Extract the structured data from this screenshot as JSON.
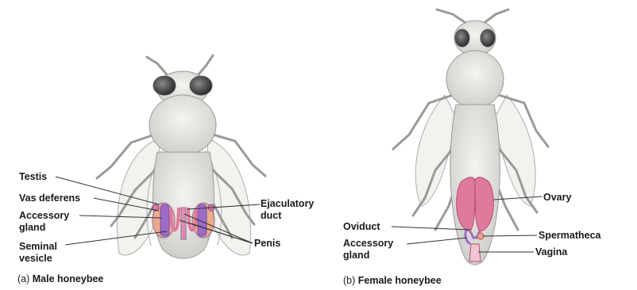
{
  "male": {
    "labels": {
      "testis": "Testis",
      "vas_deferens": "Vas deferens",
      "accessory_gland_1": "Accessory",
      "accessory_gland_2": "gland",
      "seminal_vesicle_1": "Seminal",
      "seminal_vesicle_2": "vesicle",
      "ejaculatory_duct_1": "Ejaculatory",
      "ejaculatory_duct_2": "duct",
      "penis": "Penis"
    },
    "caption_letter": "(a)",
    "caption_text": "Male honeybee"
  },
  "female": {
    "labels": {
      "ovary": "Ovary",
      "oviduct": "Oviduct",
      "accessory_gland_1": "Accessory",
      "accessory_gland_2": "gland",
      "spermatheca": "Spermatheca",
      "vagina": "Vagina"
    },
    "caption_letter": "(b)",
    "caption_text": "Female honeybee"
  },
  "colors": {
    "body_outline": "#9a9a9a",
    "body_fill": "#e9e9e6",
    "wing_fill": "#f1f1ee",
    "organ_pink": "#e07a9a",
    "organ_purple": "#9b6cc8",
    "organ_orange": "#f2a37a",
    "leader_line": "#333333"
  }
}
